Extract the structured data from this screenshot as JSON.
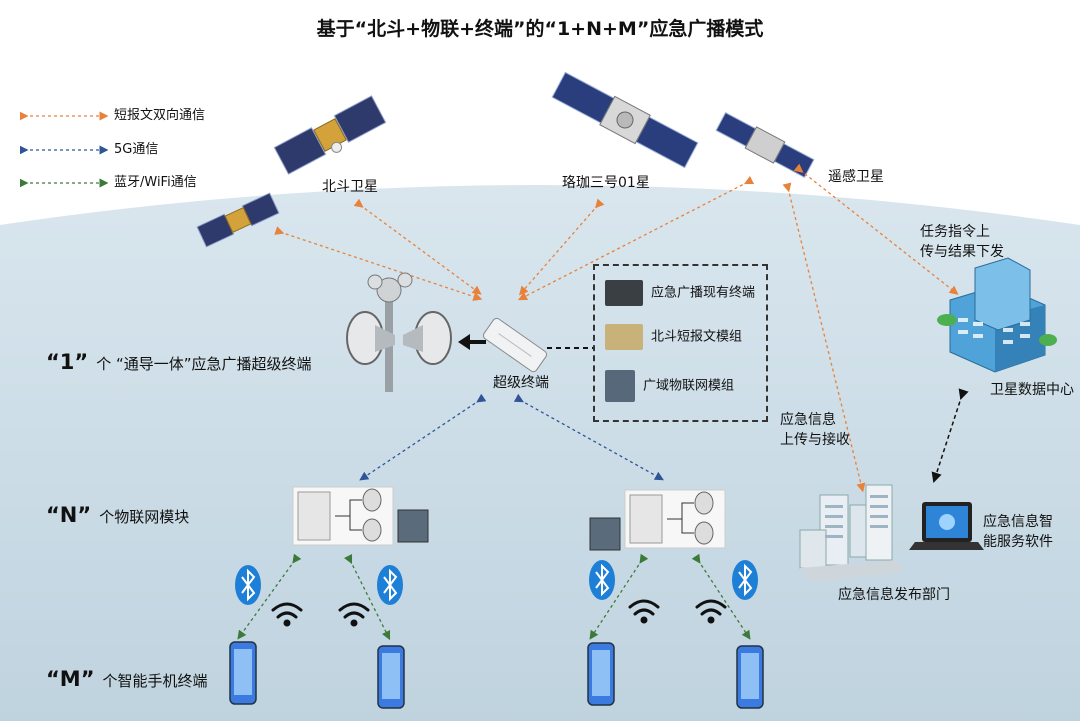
{
  "title": "基于“北斗+物联+终端”的“1+N+M”应急广播模式",
  "legend": [
    {
      "label": "短报文双向通信",
      "color": "#e8823a"
    },
    {
      "label": "5G通信",
      "color": "#2f5597"
    },
    {
      "label": "蓝牙/WiFi通信",
      "color": "#3d7a3a"
    }
  ],
  "satellites": {
    "beidou": "北斗卫星",
    "luojia": "珞珈三号01星",
    "remote": "遥感卫星"
  },
  "tiers": {
    "one": {
      "mark": "“1”",
      "text": "个 “通导一体”应急广播超级终端"
    },
    "n": {
      "mark": "“N”",
      "text": "个物联网模块"
    },
    "m": {
      "mark": "“M”",
      "text": "个智能手机终端"
    }
  },
  "super_terminal": "超级终端",
  "modules": [
    {
      "label": "应急广播现有终端",
      "icon": "broadcast-terminal-board"
    },
    {
      "label": "北斗短报文模组",
      "icon": "beidou-module-chip"
    },
    {
      "label": "广域物联网模组",
      "icon": "iot-module-chip"
    }
  ],
  "annotations": {
    "uplink": "任务指令上\n传与结果下发",
    "info_up": "应急信息\n上传与接收"
  },
  "nodes": {
    "data_center": "卫星数据中心",
    "dept": "应急信息发布部门",
    "software": "应急信息智\n能服务软件"
  },
  "colors": {
    "earth": "#c9dbe6",
    "orange": "#e8823a",
    "blue": "#2f5597",
    "green": "#3d7a3a",
    "bluetooth": "#1e7fd6"
  }
}
